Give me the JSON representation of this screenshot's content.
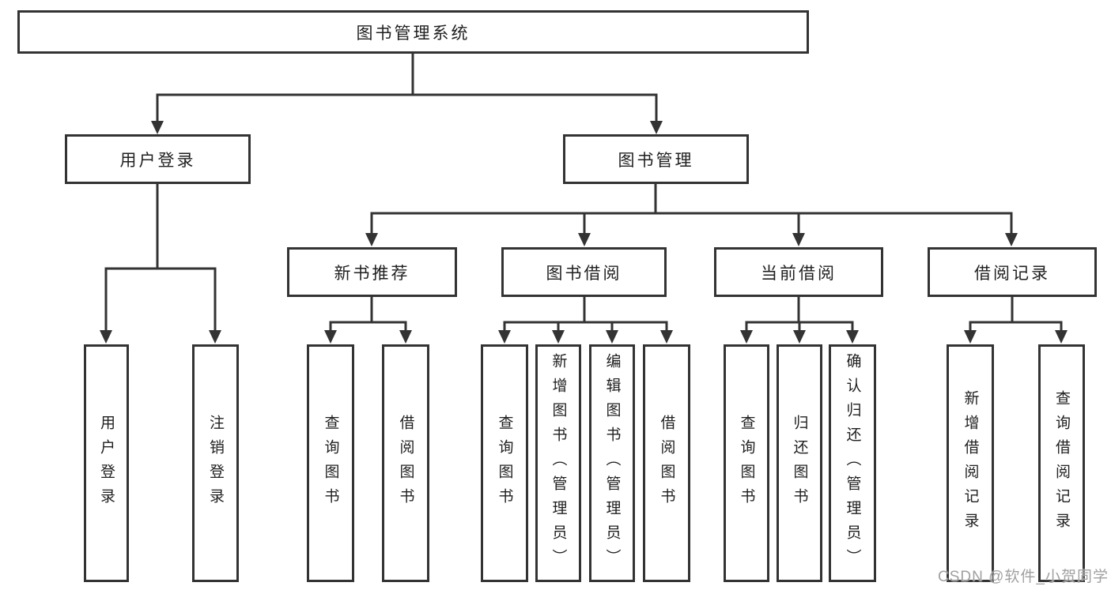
{
  "diagram": {
    "root": {
      "label": "图书管理系统"
    },
    "level2": [
      {
        "label": "用户登录"
      },
      {
        "label": "图书管理"
      }
    ],
    "level3": [
      {
        "label": "新书推荐"
      },
      {
        "label": "图书借阅"
      },
      {
        "label": "当前借阅"
      },
      {
        "label": "借阅记录"
      }
    ],
    "leaves": {
      "user_login": [
        "用户登录",
        "注销登录"
      ],
      "new_books": [
        "查询图书",
        "借阅图书"
      ],
      "book_borrow": [
        "查询图书",
        "新增图书（管理员）",
        "编辑图书（管理员）",
        "借阅图书"
      ],
      "current_borrow": [
        "查询图书",
        "归还图书",
        "确认归还（管理员）"
      ],
      "borrow_records": [
        "新增借阅记录",
        "查询借阅记录"
      ]
    }
  },
  "watermark": {
    "text": "CSDN @软件_小贺同学",
    "color": "#a0a0a0"
  },
  "colors": {
    "line": "#333333",
    "box_border": "#333333",
    "box_background": "#ffffff",
    "text": "#1f1f1f"
  }
}
